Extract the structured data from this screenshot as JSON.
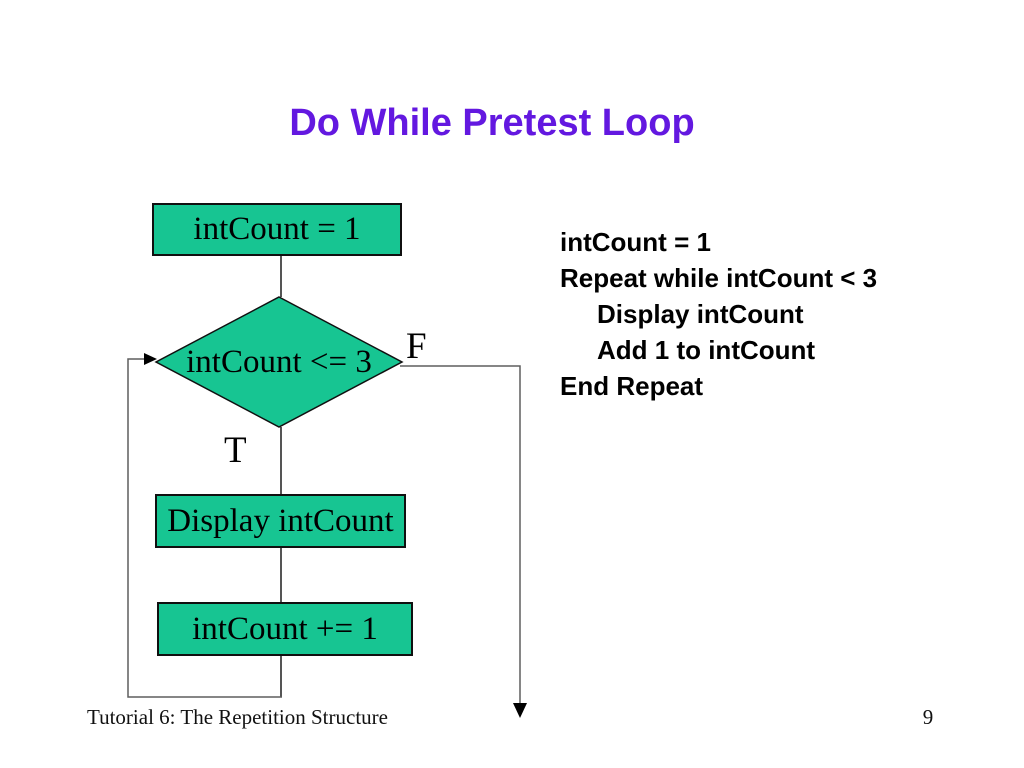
{
  "slide": {
    "title": "Do While Pretest Loop",
    "footer": "Tutorial 6: The Repetition Structure",
    "page_number": "9"
  },
  "colors": {
    "title_text": "#6318E0",
    "shape_fill": "#17C592",
    "shape_border": "#101010",
    "connector_line": "#5E5E5E",
    "short_connector": "#1C1C1C",
    "arrowhead": "#000000",
    "body_text": "#000000"
  },
  "flowchart": {
    "start_box": "intCount = 1",
    "decision_diamond": "intCount <= 3",
    "true_label": "T",
    "false_label": "F",
    "display_box": "Display intCount",
    "increment_box": "intCount += 1"
  },
  "pseudocode": {
    "lines": [
      {
        "text": "intCount = 1",
        "indent": false
      },
      {
        "text": "Repeat while intCount < 3",
        "indent": false
      },
      {
        "text": "Display intCount",
        "indent": true
      },
      {
        "text": "Add 1 to intCount",
        "indent": true
      },
      {
        "text": "End Repeat",
        "indent": false
      }
    ]
  }
}
